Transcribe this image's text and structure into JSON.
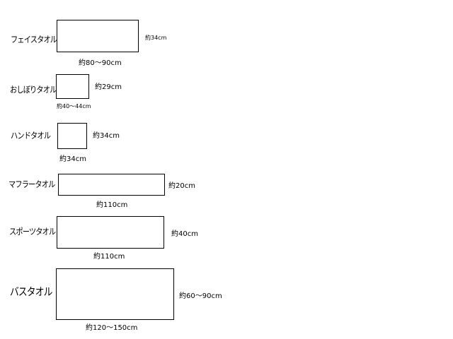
{
  "towels": [
    {
      "name": "フェイスタオル",
      "width": "約80〜90cm",
      "height": "約34cm"
    },
    {
      "name": "おしぼりタオル",
      "width": "約40〜44cm",
      "height": "約29cm"
    },
    {
      "name": "ハンドタオル",
      "width": "約34cm",
      "height": "約34cm"
    },
    {
      "name": "マフラータオル",
      "width": "約110cm",
      "height": "約20cm"
    },
    {
      "name": "スポーツタオル",
      "width": "約110cm",
      "height": "約40cm"
    },
    {
      "name": "バスタオル",
      "width": "約120〜150cm",
      "height": "約60〜90cm"
    }
  ]
}
